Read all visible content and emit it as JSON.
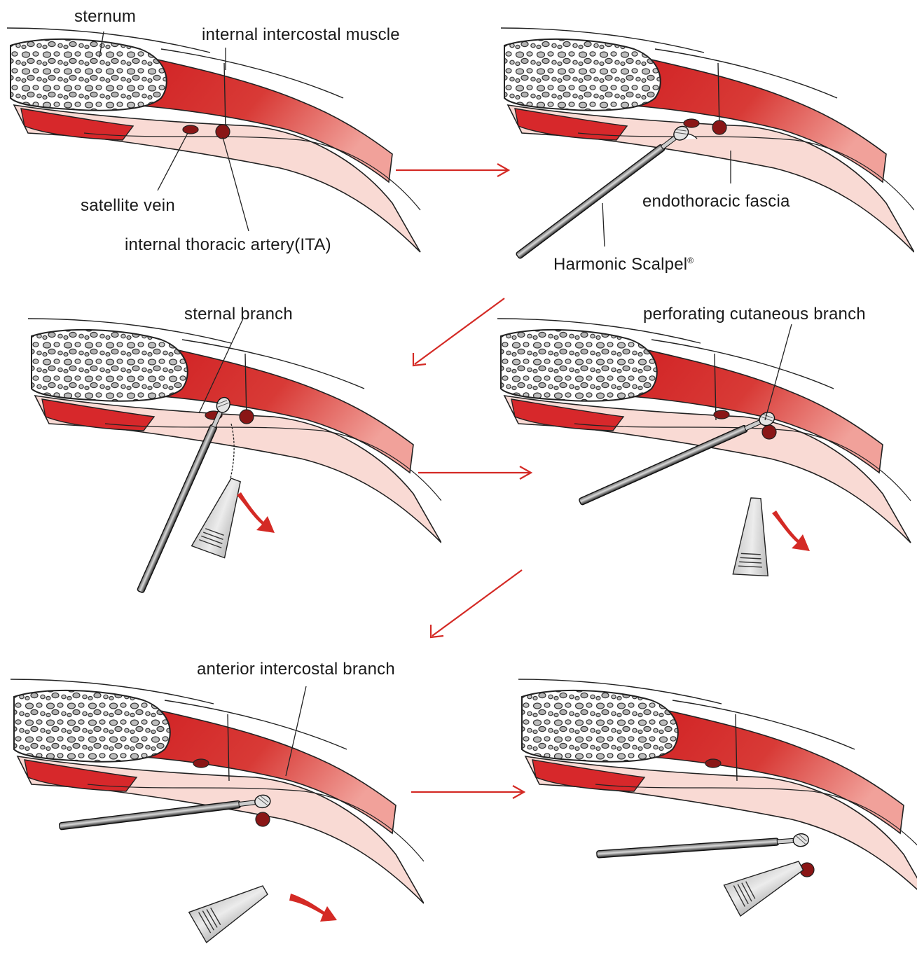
{
  "labels": {
    "sternum": "sternum",
    "internal_intercostal_muscle": "internal intercostal muscle",
    "satellite_vein": "satellite vein",
    "ita": "internal thoracic artery(ITA)",
    "endothoracic_fascia": "endothoracic fascia",
    "harmonic_scalpel": "Harmonic Scalpel",
    "harmonic_scalpel_mark": "®",
    "sternal_branch": "sternal branch",
    "perforating_cutaneous_branch": "perforating cutaneous branch",
    "anterior_intercostal_branch": "anterior intercostal branch"
  },
  "colors": {
    "muscle": "#d7282b",
    "muscle_light": "#e97b73",
    "tissue": "#f9dad4",
    "bone_fill": "#ffffff",
    "bone_pebble": "#b9b9b9",
    "vessel": "#8a1616",
    "arrow": "#d42a25",
    "outline": "#222222"
  },
  "icons": {
    "flow_arrow": "arrow-icon",
    "traction_arrow": "traction-arrow-icon",
    "instrument": "harmonic-scalpel-icon",
    "retractor": "retractor-icon"
  }
}
